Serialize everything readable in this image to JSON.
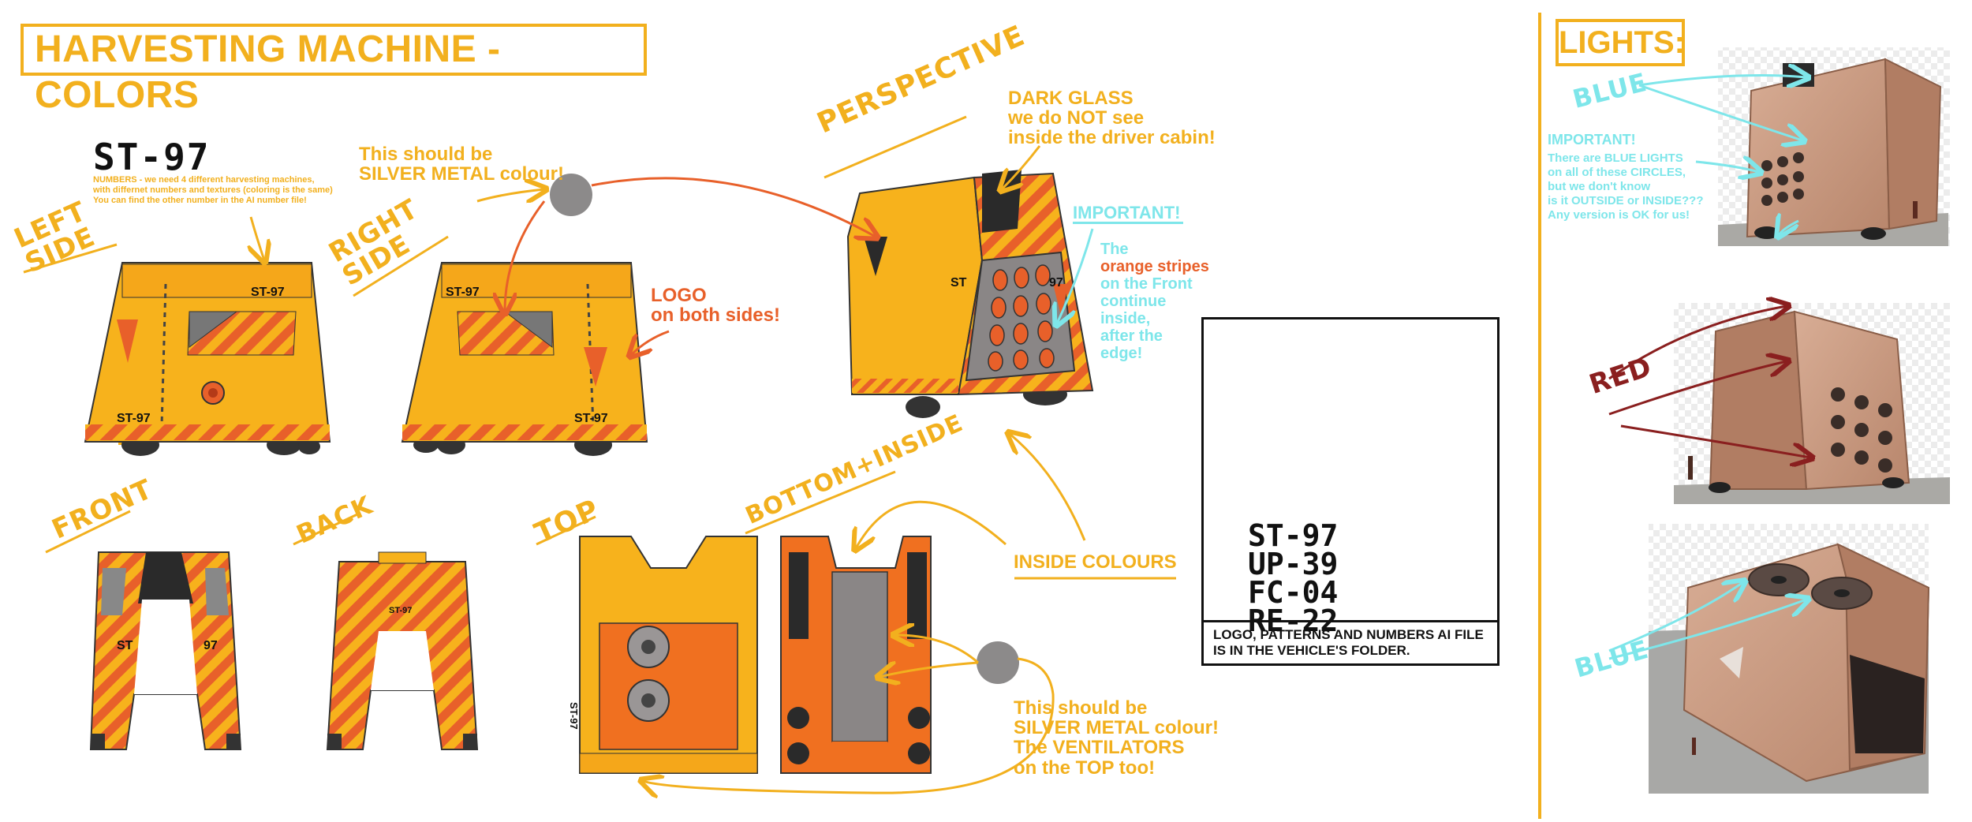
{
  "title": "HARVESTING MACHINE - COLORS",
  "lights_title": "LIGHTS:",
  "colors": {
    "accent_yellow": "#f2b01e",
    "stripe_orange": "#e8602a",
    "inside_orange": "#f07020",
    "annotation_cyan": "#7ee6ea",
    "annotation_red": "#8a1f1f",
    "silver": "#8c8a8a",
    "copper_model": "#c99a80"
  },
  "views": {
    "left_side": "LEFT SIDE",
    "right_side": "RIGHT SIDE",
    "front": "FRONT",
    "back": "BACK",
    "top": "TOP",
    "bottom_inside": "BOTTOM+INSIDE",
    "perspective": "PERSPECTIVE"
  },
  "logo": {
    "main": "ST-97",
    "note_lines": [
      "NUMBERS - we need 4 different harvesting machines,",
      "with differnet numbers and textures (coloring is the same)",
      "You can find the other number in the AI number file!"
    ]
  },
  "vehicle_labels": {
    "plate": "ST-97",
    "plate_short": "ST",
    "plate_num": "97",
    "top_plate": "ST-97"
  },
  "notes": {
    "silver_top": [
      "This should be",
      "SILVER METAL colour!"
    ],
    "logo_both": [
      "LOGO",
      "on both sides!"
    ],
    "dark_glass": [
      "DARK GLASS",
      "we do NOT see",
      "inside the driver cabin!"
    ],
    "important_label": "IMPORTANT!",
    "stripes": [
      {
        "text": "The",
        "color": "cyan"
      },
      {
        "text": "orange stripes",
        "color": "orange"
      },
      {
        "text": "on the Front",
        "color": "cyan"
      },
      {
        "text": "continue",
        "color": "cyan"
      },
      {
        "text": "inside,",
        "color": "cyan"
      },
      {
        "text": "after the",
        "color": "cyan"
      },
      {
        "text": "edge!",
        "color": "cyan"
      }
    ],
    "inside_colours": "INSIDE COLOURS",
    "silver_bottom": [
      "This should be",
      "SILVER METAL colour!",
      "The VENTILATORS",
      "on the TOP too!"
    ]
  },
  "ai_file": {
    "numbers": [
      "ST-97",
      "UP-39",
      "FC-04",
      "RE-22"
    ],
    "caption": [
      "LOGO, PATTERNS AND NUMBERS AI FILE",
      "IS IN THE VEHICLE'S FOLDER."
    ]
  },
  "lights": {
    "blue_label": "BLUE",
    "important": "IMPORTANT!",
    "lines": [
      "There are BLUE LIGHTS",
      "on all of these CIRCLES,",
      "but we don't know",
      "is it OUTSIDE or INSIDE???",
      "Any version is OK for us!"
    ],
    "red_label": "RED",
    "blue_label_2": "BLUE"
  }
}
